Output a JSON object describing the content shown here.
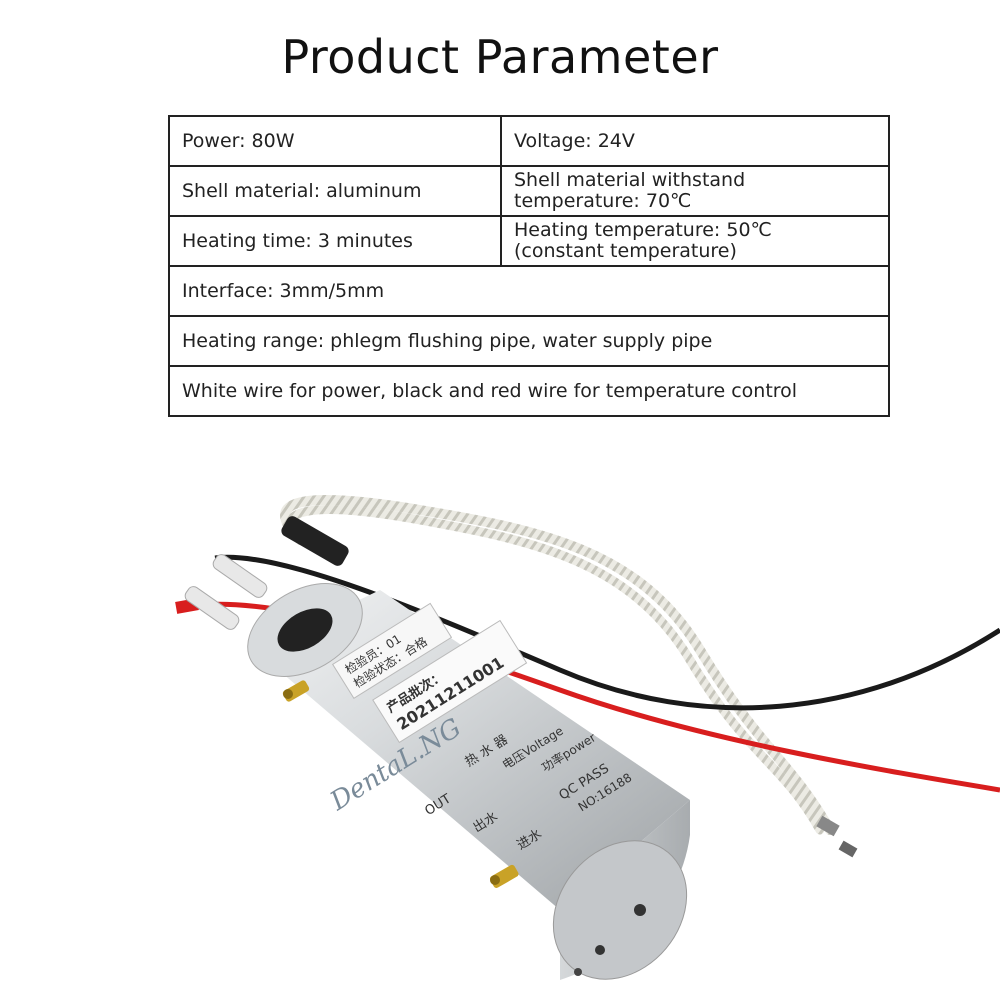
{
  "page_title": "Product Parameter",
  "params": {
    "power": "Power: 80W",
    "voltage": "Voltage: 24V",
    "shell_material": "Shell material: aluminum",
    "shell_temp_line1": "Shell material withstand",
    "shell_temp_line2": "temperature: 70℃",
    "heating_time": "Heating time: 3 minutes",
    "heating_temp_line1": "Heating temperature: 50℃",
    "heating_temp_line2": "(constant temperature)",
    "interface": "Interface: 3mm/5mm",
    "heating_range": "Heating range: phlegm flushing pipe, water supply pipe",
    "wires": "White wire for power, black and red wire for temperature control"
  },
  "product_label": {
    "inspector": "检验员：01",
    "status": "检验状态：合格",
    "batch_label": "产品批次：",
    "batch_number": "20211211001",
    "heater_name": "热 水 器",
    "voltage_label": "电压Voltage",
    "power_label": "功率power",
    "out_en": "OUT",
    "out_cn": "出水",
    "in_cn": "进水",
    "qc_pass": "QC PASS",
    "serial": "NO:16188",
    "brand": "DentaL.NG"
  },
  "colors": {
    "aluminum": "#c9cccf",
    "red_wire": "#d81e1e",
    "black_wire": "#1a1a1a",
    "white_wire": "#e6e6e0",
    "brass": "#c9a227"
  }
}
